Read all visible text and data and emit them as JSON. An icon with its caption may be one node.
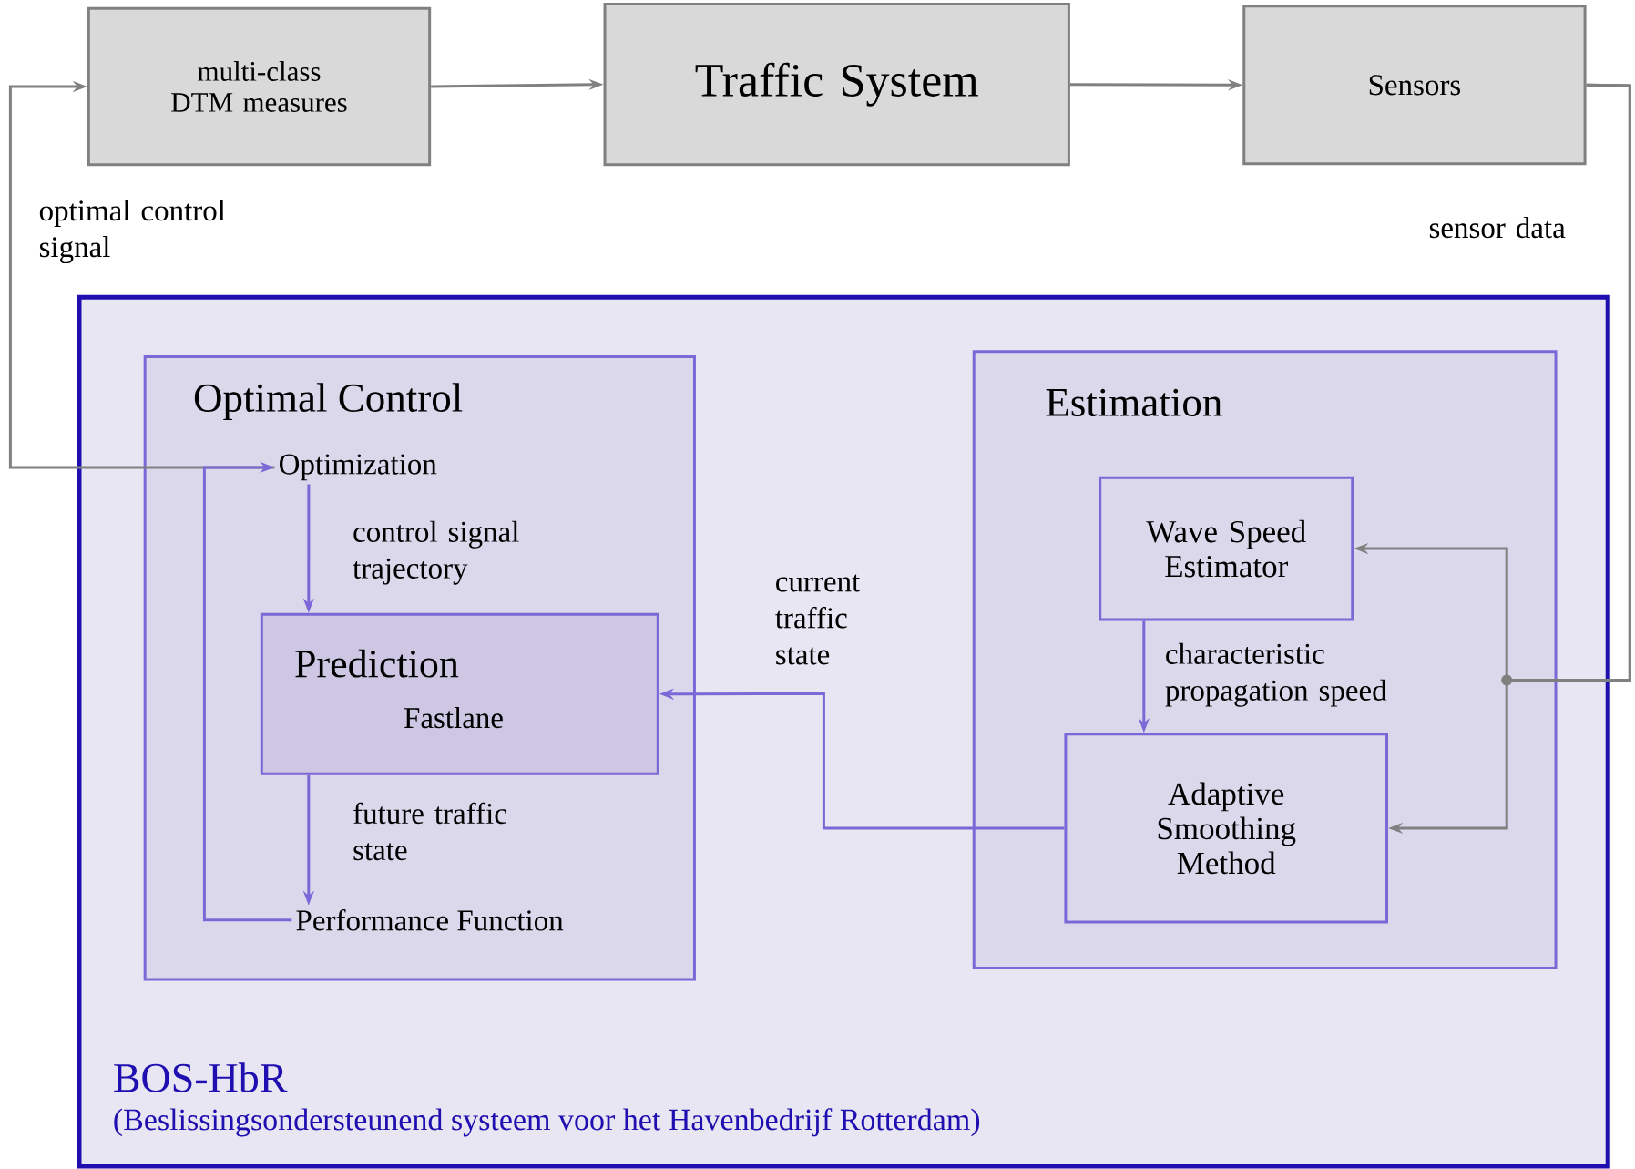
{
  "diagram": {
    "nodes": [
      {
        "text": [
          "multi-class DTM measures"
        ]
      },
      {
        "text": [
          "Traffic System"
        ]
      },
      {
        "text": [
          "Sensors"
        ]
      },
      {
        "text": [
          "BOS-HbR",
          "(Beslissingsondersteunend systeem voor het Havenbedrijf Rotterdam)"
        ]
      },
      {
        "text": [
          "Optimal Control"
        ],
        "in": 3
      },
      {
        "text": [
          "Optimization"
        ],
        "in": 4
      },
      {
        "text": [
          "Prediction",
          "Fastlane"
        ],
        "in": 4
      },
      {
        "text": [
          "Performance Function"
        ],
        "in": 4
      },
      {
        "text": [
          "Estimation"
        ],
        "in": 3
      },
      {
        "text": [
          "Wave Speed Estimator"
        ],
        "in": 8
      },
      {
        "text": [
          "Adaptive Smoothing Method"
        ],
        "in": 8
      }
    ],
    "edges": [
      {
        "from": 0,
        "to": 1,
        "arrow": "to"
      },
      {
        "from": 1,
        "to": 2,
        "arrow": "to"
      },
      {
        "from": 2,
        "to": 9,
        "arrow": "to",
        "label": "sensor data"
      },
      {
        "from": 2,
        "to": 10,
        "arrow": "to"
      },
      {
        "from": 5,
        "to": 0,
        "arrow": "to",
        "label": "optimal control signal"
      },
      {
        "from": 5,
        "to": 6,
        "arrow": "to",
        "label": "control signal trajectory",
        "color": "#7b68d6"
      },
      {
        "from": 6,
        "to": 7,
        "arrow": "to",
        "label": "future traffic state",
        "color": "#7b68d6"
      },
      {
        "from": 7,
        "to": 5,
        "arrow": "to",
        "color": "#7b68d6"
      },
      {
        "from": 10,
        "to": 6,
        "arrow": "to",
        "label": "current traffic state",
        "color": "#7b68d6"
      },
      {
        "from": 9,
        "to": 10,
        "arrow": "to",
        "label": "characteristic propagation speed",
        "color": "#7b68d6"
      }
    ]
  }
}
